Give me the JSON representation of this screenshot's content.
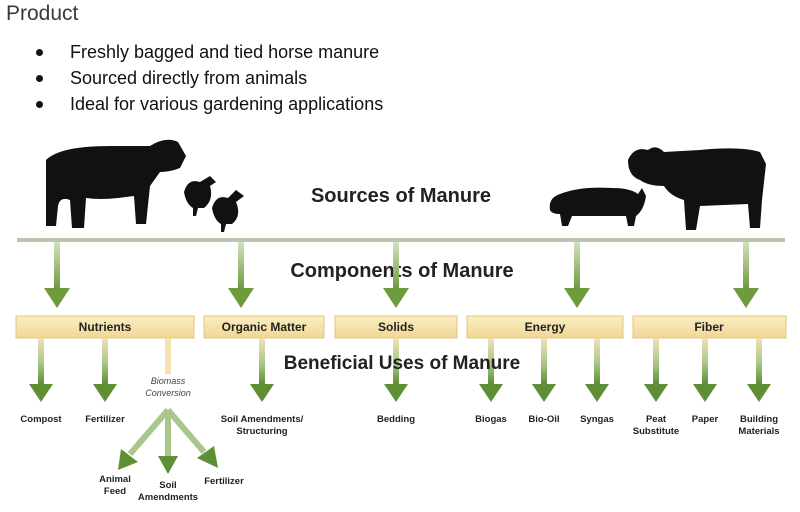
{
  "heading": "Product",
  "bullets": [
    "Freshly bagged and tied horse manure",
    "Sourced directly from animals",
    "Ideal for various gardening applications"
  ],
  "diagram": {
    "sources_title": "Sources of Manure",
    "components_title": "Components of Manure",
    "uses_title": "Beneficial Uses of Manure",
    "animals": [
      "cattle-icon",
      "chicken-icon",
      "chicken-icon",
      "pig-icon",
      "dairy-cow-icon"
    ],
    "categories": [
      "Nutrients",
      "Organic Matter",
      "Solids",
      "Energy",
      "Fiber"
    ],
    "conversion_label": [
      "Biomass",
      "Conversion"
    ],
    "uses": {
      "nutrients": [
        [
          "Compost"
        ],
        [
          "Fertilizer"
        ]
      ],
      "nutrients_conversion": [
        [
          "Animal",
          "Feed"
        ],
        [
          "Soil",
          "Amendments"
        ],
        [
          "Fertilizer"
        ]
      ],
      "organic_matter": [
        [
          "Soil Amendments/",
          "Structuring"
        ]
      ],
      "solids": [
        [
          "Bedding"
        ]
      ],
      "energy": [
        [
          "Biogas"
        ],
        [
          "Bio-Oil"
        ],
        [
          "Syngas"
        ]
      ],
      "fiber": [
        [
          "Peat",
          "Substitute"
        ],
        [
          "Paper"
        ],
        [
          "Building",
          "Materials"
        ]
      ]
    },
    "colors": {
      "bar": "#b9c6ad",
      "arrow_dark": "#6f9b3f",
      "arrow_light": "#a9c78a",
      "category_fill": "#f6e5ad",
      "category_stroke": "#e0c77c",
      "use_arrow_top": "#f0dca0"
    }
  }
}
